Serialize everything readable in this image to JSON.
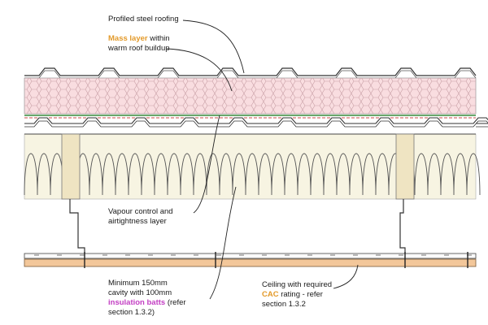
{
  "labels": {
    "roofing": "Profiled steel roofing",
    "mass_highlight": "Mass layer",
    "mass_rest": " within",
    "mass_line2": "warm roof buildup",
    "vapour_line1": "Vapour control and",
    "vapour_line2": "airtightness layer",
    "cavity_line1": "Minimum 150mm",
    "cavity_line2": "cavity with 100mm",
    "cavity_highlight": "insulation batts",
    "cavity_rest": " (refer",
    "cavity_line4": "section 1.3.2)",
    "ceiling_line1": "Ceiling with required",
    "ceiling_highlight": "CAC",
    "ceiling_rest": " rating - refer",
    "ceiling_line3": "section 1.3.2"
  },
  "colors": {
    "mass_layer_fill": "#f9dde0",
    "insulation_fill": "#f7f4e2",
    "timber_fill": "#efe4c2",
    "ceiling_fill": "#f3c79a",
    "membrane_green": "#3a8a3a",
    "membrane_red": "#c94a4a",
    "highlight_orange": "#e39a2a",
    "highlight_magenta": "#c33ec3"
  }
}
